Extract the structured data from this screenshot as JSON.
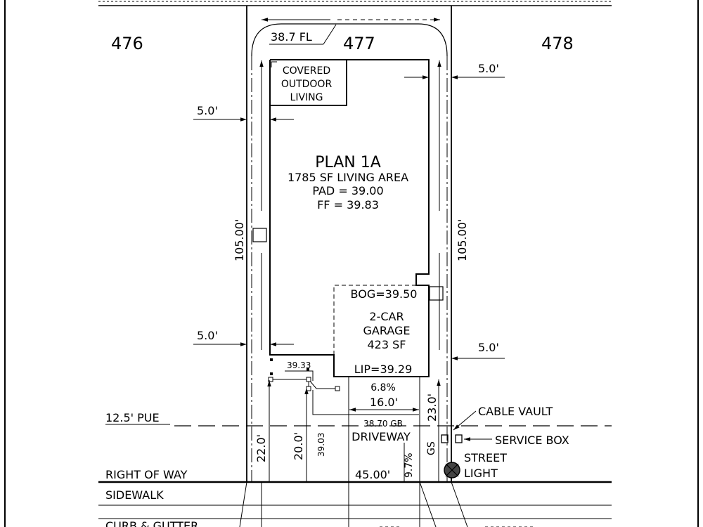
{
  "lots": {
    "left": "476",
    "center": "477",
    "right": "478"
  },
  "dimensions": {
    "frontage": "38.7 FL",
    "lot_depth_left": "105.00'",
    "lot_depth_right": "105.00'",
    "setback_left_rear": "5.0'",
    "setback_left_front": "5.0'",
    "setback_right_rear": "5.0'",
    "setback_right_front": "5.0'",
    "driveway_width": "16.0'",
    "street_width": "45.00'",
    "dist_22": "22.0'",
    "dist_20": "20.0'",
    "dist_23": "23.0'",
    "elev_3933": "39.33",
    "elev_3903": "39.03",
    "slope_68": "6.8%",
    "slope_97": "9.7%",
    "gs": "GS",
    "gb": "38.70 GB"
  },
  "house": {
    "plan": "PLAN 1A",
    "living_area": "1785 SF LIVING AREA",
    "pad": "PAD = 39.00",
    "ff": "FF = 39.83",
    "covered_1": "COVERED",
    "covered_2": "OUTDOOR",
    "covered_3": "LIVING"
  },
  "garage": {
    "bog": "BOG=39.50",
    "line1": "2-CAR",
    "line2": "GARAGE",
    "line3": "423 SF",
    "lip": "LIP=39.29"
  },
  "site": {
    "driveway": "DRIVEWAY",
    "pue": "12.5' PUE",
    "right_of_way": "RIGHT OF WAY",
    "sidewalk": "SIDEWALK",
    "curb": "CURB & GUTTER",
    "cable_vault": "CABLE VAULT",
    "service_box": "SERVICE BOX",
    "street_1": "STREET",
    "street_2": "LIGHT"
  }
}
